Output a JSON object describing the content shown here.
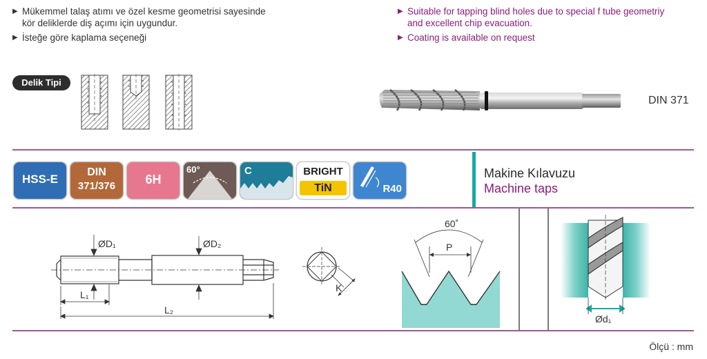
{
  "features_tr": [
    {
      "text": "Mükemmel talaş atımı ve özel kesme geometrisi sayesinde",
      "cont": "kör deliklerde diş açımı için uygundur."
    },
    {
      "text": "İsteğe göre kaplama seçeneği",
      "cont": ""
    }
  ],
  "features_en": [
    {
      "text": "Suitable for tapping blind holes due to special f tube geometriy",
      "cont": "and excellent chip evacuation."
    },
    {
      "text": "Coating is available on request",
      "cont": ""
    }
  ],
  "hole_type_label": "Delik Tipi",
  "standard_label": "DIN 371",
  "badges": {
    "material": "HSS-E",
    "din_line1": "DIN",
    "din_line2": "371/376",
    "tolerance": "6H",
    "angle": "60°",
    "chamfer": "C",
    "coating_line1": "BRIGHT",
    "coating_line2": "TiN",
    "helix": "R40"
  },
  "product_title_tr": "Makine Kılavuzu",
  "product_title_en": "Machine taps",
  "drawing": {
    "d1": "ØD₁",
    "d2": "ØD₂",
    "l1": "L₁",
    "l2": "L₂",
    "k": "K",
    "thread_angle": "60˚",
    "pitch": "P",
    "cut_diameter": "Ød₁"
  },
  "unit_label": "Ölçü : mm",
  "colors": {
    "accent_purple": "#8a1c7c",
    "rule": "#9b5a93",
    "teal": "#1aa8a3",
    "hss_blue": "#2f6db5",
    "din_brown": "#b3683a",
    "tol_pink": "#e7768f",
    "helix_blue": "#3f86d0",
    "coat_yellow": "#f5c400"
  }
}
